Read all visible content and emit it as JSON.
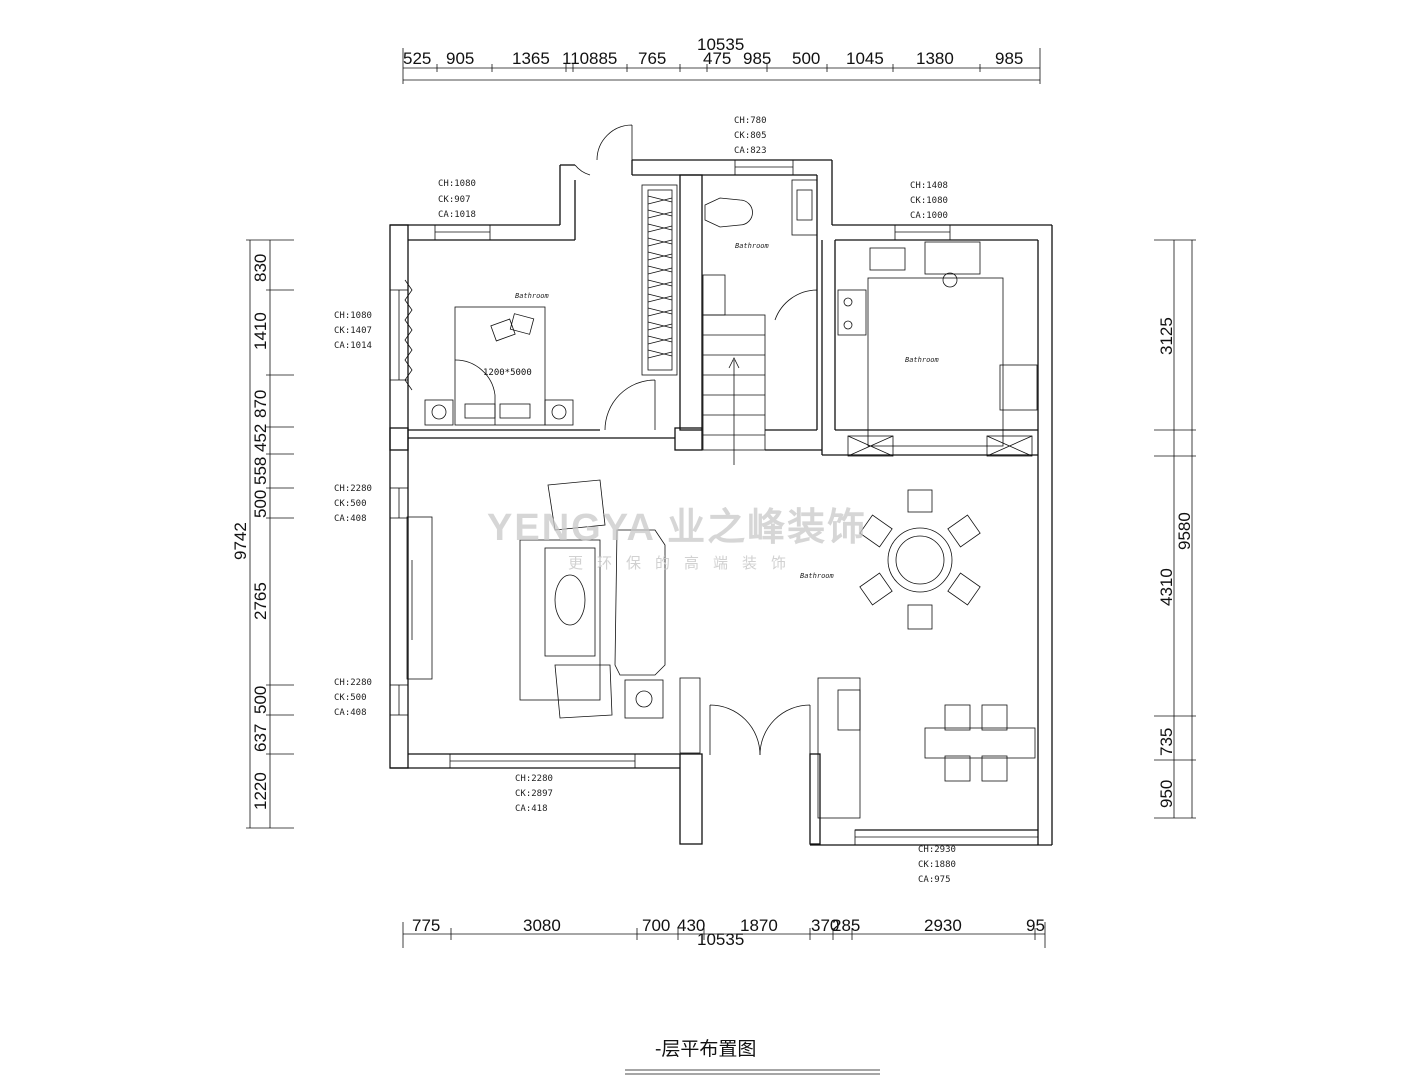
{
  "top_dims": {
    "total": "10535",
    "segments": [
      "525",
      "905",
      "1365",
      "110",
      "885",
      "765",
      "475",
      "985",
      "500",
      "1045",
      "1380",
      "985"
    ]
  },
  "bottom_dims": {
    "total": "10535",
    "segments": [
      "775",
      "3080",
      "700",
      "430",
      "1870",
      "370",
      "285",
      "2930",
      "95"
    ]
  },
  "left_dims": {
    "total": "9742",
    "segments": [
      "830",
      "1410",
      "870",
      "452",
      "558",
      "500",
      "2765",
      "500",
      "637",
      "1220"
    ]
  },
  "right_dims": {
    "total": "9580",
    "segments": [
      "3125",
      "4310",
      "735",
      "950"
    ]
  },
  "window_notes": [
    {
      "ch": "CH:1080",
      "ck": "CK:907",
      "ca": "CA:1018"
    },
    {
      "ch": "CH:780",
      "ck": "CK:805",
      "ca": "CA:823"
    },
    {
      "ch": "CH:1408",
      "ck": "CK:1080",
      "ca": "CA:1000"
    },
    {
      "ch": "CH:1080",
      "ck": "CK:1407",
      "ca": "CA:1014"
    },
    {
      "ch": "CH:2280",
      "ck": "CK:500",
      "ca": "CA:408"
    },
    {
      "ch": "CH:2280",
      "ck": "CK:500",
      "ca": "CA:408"
    },
    {
      "ch": "CH:2280",
      "ck": "CK:2897",
      "ca": "CA:418"
    },
    {
      "ch": "CH:2930",
      "ck": "CK:1880",
      "ca": "CA:975"
    }
  ],
  "room_labels": [
    "Bathroom",
    "Bathroom",
    "Bathroom",
    "Bathroom"
  ],
  "bed_label": "1200*5000",
  "watermark": {
    "brand": "YENGYA 业之峰装饰",
    "slogan": "更环保的高端装饰"
  },
  "title": "-层平布置图"
}
